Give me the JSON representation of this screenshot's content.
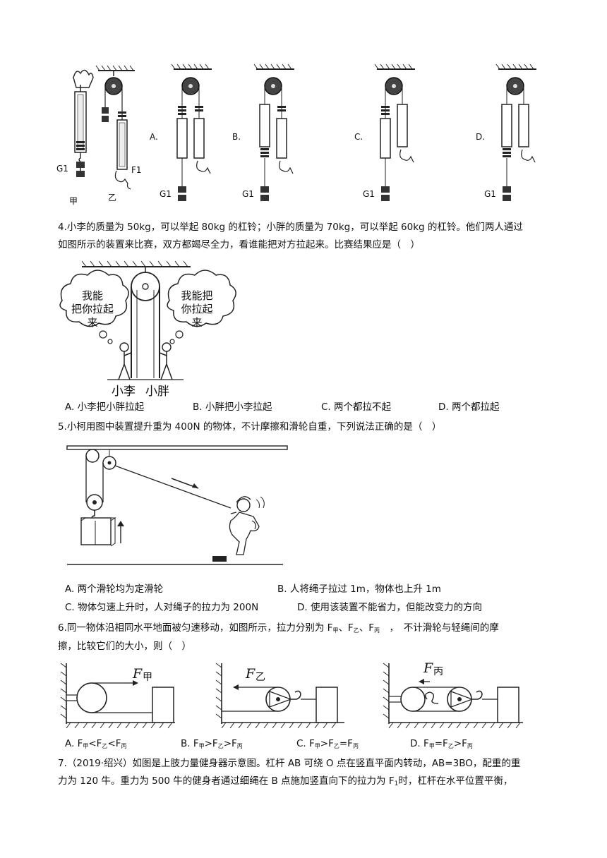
{
  "q3": {
    "left_labels": {
      "g1": "G1",
      "f1": "F1",
      "jia": "甲",
      "yi": "乙"
    },
    "options": [
      "A.",
      "B.",
      "C.",
      "D."
    ],
    "g1": "G1"
  },
  "q4": {
    "line1": "4.小李的质量为 50kg，可以举起 80kg 的杠铃；小胖的质量为 70kg，可以举起 60kg 的杠铃。他们两人通过",
    "line2": "如图所示的装置来比赛，双方都竭尽全力，看谁能把对方拉起来。比赛结果应是（　）",
    "bubble_left": [
      "我能",
      "把你拉起",
      "来"
    ],
    "bubble_right": [
      "我能把",
      "你拉起",
      "来"
    ],
    "name_left": "小李",
    "name_right": "小胖",
    "options": [
      "A. 小李把小胖拉起",
      "B. 小胖把小李拉起",
      "C. 两个都拉不起",
      "D. 两个都拉起"
    ]
  },
  "q5": {
    "stem": "5.小柯用图中装置提升重为 400N 的物体，不计摩擦和滑轮自重，下列说法正确的是（　）",
    "options": [
      "A. 两个滑轮均为定滑轮",
      "B. 人将绳子拉过 1m，物体也上升 1m",
      "C. 物体匀速上升时，人对绳子的拉力为 200N",
      "D. 使用该装置不能省力，但能改变力的方向"
    ]
  },
  "q6": {
    "line1_pre": "6.同一物体沿相同水平地面被匀速移动，如图所示，拉力分别为 F",
    "sub_jia": "甲",
    "sub_yi": "乙",
    "sub_bing": "丙",
    "line1_post": "不计滑轮与轻绳间的摩",
    "line2": "擦，比较它们的大小，则（　）",
    "fig_labels": {
      "F": "F",
      "jia": "甲",
      "yi": "乙",
      "bing": "丙"
    },
    "options": [
      {
        "pre": "A. F",
        "s1": "甲",
        "op1": "<F",
        "s2": "乙",
        "op2": "<F",
        "s3": "丙"
      },
      {
        "pre": "B. F",
        "s1": "甲",
        "op1": ">F",
        "s2": "乙",
        "op2": ">F",
        "s3": "丙"
      },
      {
        "pre": "C. F",
        "s1": "甲",
        "op1": ">F",
        "s2": "乙",
        "op2": "=F",
        "s3": "丙"
      },
      {
        "pre": "D. F",
        "s1": "甲",
        "op1": "=F",
        "s2": "乙",
        "op2": ">F",
        "s3": "丙"
      }
    ]
  },
  "q7": {
    "line1": "7.（2019·绍兴）如图是上肢力量健身器示意图。杠杆 AB 可绕 O 点在竖直平面内转动，AB=3BO，配重的重",
    "line2_pre": "力为 120 牛。重力为 500 牛的健身者通过细绳在 B 点施加竖直向下的拉力为 F",
    "line2_sub": "1",
    "line2_post": "时，杠杆在水平位置平衡，"
  }
}
